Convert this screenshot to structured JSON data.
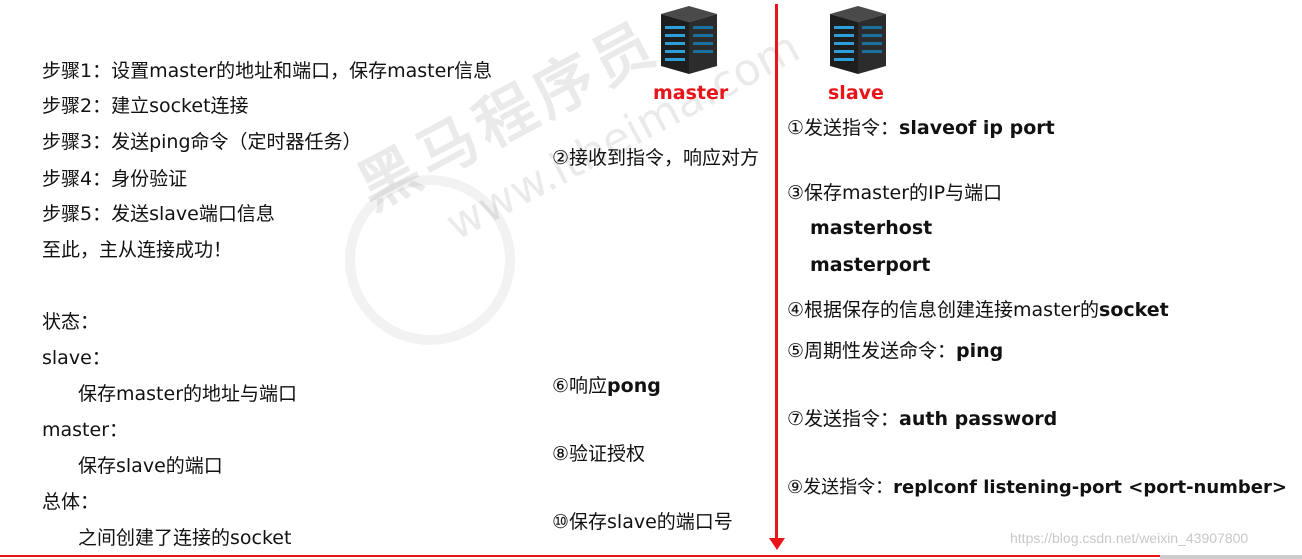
{
  "left": {
    "steps": [
      "步骤1：设置master的地址和端口，保存master信息",
      "步骤2：建立socket连接",
      "步骤3：发送ping命令（定时器任务）",
      "步骤4：身份验证",
      "步骤5：发送slave端口信息",
      "至此，主从连接成功！"
    ],
    "state_title": "状态：",
    "slave_title": "slave：",
    "slave_detail": "保存master的地址与端口",
    "master_title": "master：",
    "master_detail": "保存slave的端口",
    "overall_title": "总体：",
    "overall_detail": "之间创建了连接的socket"
  },
  "master": {
    "label": "master",
    "items": [
      "②接收到指令，响应对方",
      "⑥响应",
      "⑧验证授权",
      "⑩保存slave的端口号"
    ],
    "item6_bold": "pong"
  },
  "slave": {
    "label": "slave",
    "c1_prefix": "①发送指令：",
    "c1_cmd": "slaveof  ip  port",
    "c3": "③保存master的IP与端口",
    "c3_host": "masterhost",
    "c3_port": "masterport",
    "c4_prefix": "④根据保存的信息创建连接master的",
    "c4_bold": "socket",
    "c5_prefix": "⑤周期性发送命令：",
    "c5_bold": "ping",
    "c7_prefix": "⑦发送指令：",
    "c7_bold": "auth  password",
    "c9_prefix": "⑨发送指令：",
    "c9_bold": "replconf listening-port <port-number>"
  },
  "watermark": {
    "line1": "黑马程序员",
    "line2": "www.itheima.com"
  },
  "credit": "https://blog.csdn.net/weixin_43907800",
  "colors": {
    "accent": "#e8141a"
  }
}
